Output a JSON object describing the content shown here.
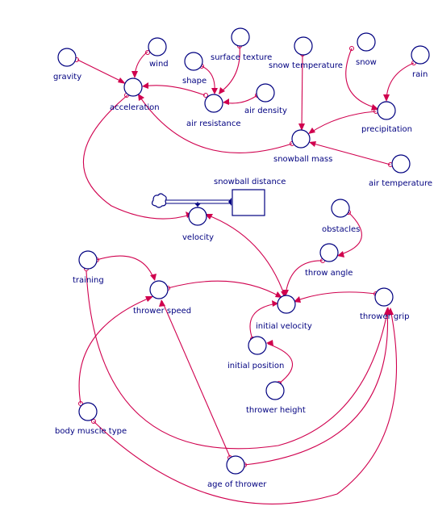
{
  "nodes": {
    "gravity": "gravity",
    "wind": "wind",
    "shape": "shape",
    "surface_texture": "surface texture",
    "snow_temperature": "snow temperature",
    "snow": "snow",
    "rain": "rain",
    "acceleration": "acceleration",
    "air_density": "air density",
    "air_resistance": "air resistance",
    "precipitation": "precipitation",
    "snowball_mass": "snowball mass",
    "air_temperature": "air temperature",
    "snowball_distance": "snowball distance",
    "velocity": "velocity",
    "obstacles": "obstacles",
    "throw_angle": "throw angle",
    "training": "training",
    "thrower_speed": "thrower speed",
    "initial_velocity": "initial velocity",
    "thrower_grip": "thrower grip",
    "initial_position": "initial position",
    "thrower_height": "thrower height",
    "body_muscle_type": "body muscle type",
    "age_of_thrower": "age of thrower"
  },
  "colors": {
    "node_outline": "#000080",
    "link": "#d0004e",
    "label": "#000080"
  }
}
